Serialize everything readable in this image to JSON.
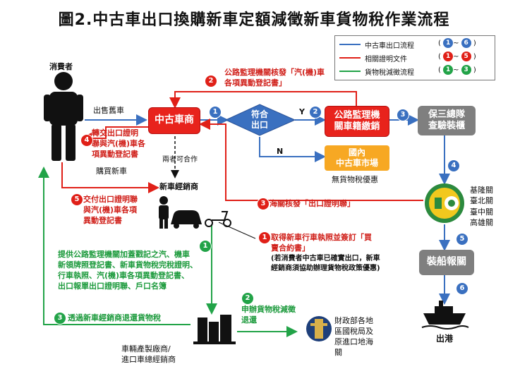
{
  "title": "圖2.中古車出口換購新車定額減徵新車貨物稅作業流程",
  "legend": {
    "items": [
      {
        "label": "中古車出口流程",
        "range_open": "(",
        "start": "1",
        "sep": "~",
        "end": "6",
        "range_close": ")",
        "color": "#3a70c0"
      },
      {
        "label": "相關證明文件",
        "range_open": "(",
        "start": "1",
        "sep": "~",
        "end": "5",
        "range_close": ")",
        "color": "#e02018"
      },
      {
        "label": "貨物稅減徵流程",
        "range_open": "(",
        "start": "1",
        "sep": "~",
        "end": "3",
        "range_close": ")",
        "color": "#22a348"
      }
    ]
  },
  "actors": {
    "consumer": "消費者",
    "dealer": "新車經銷商",
    "manufacturer": "車輛產製廠商/\n進口車總經銷商",
    "tax_office": "財政部各地\n區國稅局及\n原進口地海\n關"
  },
  "nodes": {
    "used_car_dealer": "中古車商",
    "decision": "符合\n出口",
    "yes": "Y",
    "no": "N",
    "dmv": "公路監理機\n關車籍繳銷",
    "domestic_market": "國內\n中古車市場",
    "no_tax_benefit": "無貨物稅優惠",
    "inspection": "保三總隊\n查驗裝櫃",
    "shipping": "裝船報關",
    "port": "出港"
  },
  "customs_list": [
    "基隆關",
    "臺北關",
    "臺中關",
    "高雄關"
  ],
  "labels": {
    "sell_old": "出售舊車",
    "buy_new": "購買新車",
    "cooperate": "兩者可合作",
    "red2": "公路監理機關核發「汽(機)車\n各項異動登記書」",
    "red4": "轉交出口證明\n聯與汽(機)車各\n項異動登記書",
    "red5": "交付出口證明聯\n與汽(機)車各項\n異動登記書",
    "red3": "海關核發「出口證明聯」",
    "red1_title": "取得新車行車執照並簽訂「買\n賣合約書」",
    "red1_note": "(若消費者中古車已確實出口，新車\n經銷商須協助辦理貨物稅政策優惠)",
    "green1": "提供公路監理機關加蓋戳記之汽、機車\n新領牌照登記書、新車貨物稅完稅證明、\n行車執照、汽(機)車各項異動登記書、\n出口報單出口證明聯、戶口名簿",
    "green2": "申辦貨物稅減徵\n退還",
    "green3": "透過新車經銷商退還貨物稅"
  },
  "badges": {
    "blue": [
      "1",
      "2",
      "3",
      "4",
      "5",
      "6"
    ],
    "red": [
      "1",
      "2",
      "3",
      "4",
      "5"
    ],
    "green": [
      "1",
      "2",
      "3"
    ]
  },
  "colors": {
    "red": "#e02018",
    "blue": "#3a70c0",
    "green": "#22a348",
    "gray": "#7f7f7f",
    "orange": "#f7a823"
  }
}
